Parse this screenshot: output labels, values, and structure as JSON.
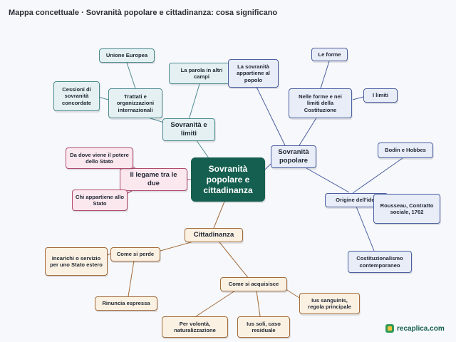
{
  "title": "Mappa concettuale · Sovranità popolare e cittadinanza: cosa significano",
  "colors": {
    "teal": "#4d8a92",
    "blue": "#4a5ea0",
    "pink": "#b04a6e",
    "tan": "#a36a3a",
    "main": "#155f50"
  },
  "nodes": {
    "center": "Sovranità popolare e cittadinanza",
    "sovranita_limiti": "Sovranità e limiti",
    "parola_altri_campi": "La parola in altri campi",
    "trattati": "Trattati e organizzazioni internazionali",
    "unione_europea": "Unione Europea",
    "cessioni": "Cessioni di sovranità concordate",
    "sovranita_popolare": "Sovranità popolare",
    "appartiene_popolo": "La sovranità appartiene al popolo",
    "nelle_forme": "Nelle forme e nei limiti della Costituzione",
    "le_forme": "Le forme",
    "i_limiti": "I limiti",
    "origine_idea": "Origine dell'idea",
    "bodin_hobbes": "Bodin e Hobbes",
    "rousseau": "Rousseau, Contratto sociale, 1762",
    "costituzionalismo": "Costituzionalismo contemporaneo",
    "legame": "Il legame tra le due",
    "da_dove": "Da dove viene il potere dello Stato",
    "chi_appartiene": "Chi appartiene allo Stato",
    "cittadinanza": "Cittadinanza",
    "come_perde": "Come si perde",
    "incarichi": "Incarichi o servizio per uno Stato estero",
    "rinuncia": "Rinuncia espressa",
    "come_acquisisce": "Come si acquisisce",
    "volonta": "Per volontà, naturalizzazione",
    "ius_soli": "Ius soli, caso residuale",
    "ius_sanguinis": "Ius sanguinis, regola principale"
  },
  "logo_text": "recaplica.com"
}
